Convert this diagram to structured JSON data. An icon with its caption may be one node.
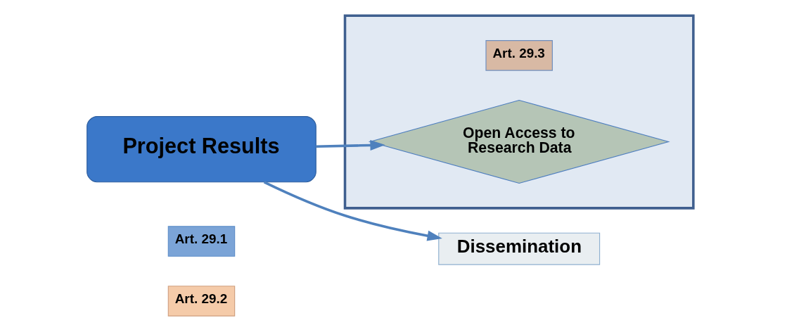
{
  "diagram": {
    "nodes": [
      {
        "text": [
          "Project Results"
        ]
      },
      {
        "text": [],
        "shape": "box"
      },
      {
        "text": [
          "Art. 29.3"
        ],
        "in": 1
      },
      {
        "text": [
          "Open Access to Research Data"
        ],
        "in": 1
      },
      {
        "text": [
          "Art. 29.1"
        ]
      },
      {
        "text": [
          "Art. 29.2"
        ]
      },
      {
        "text": [
          "Dissemination"
        ]
      }
    ],
    "edges": [
      {
        "from": 0,
        "to": 3,
        "arrow": "to"
      },
      {
        "from": 0,
        "to": 6,
        "arrow": "to"
      }
    ]
  }
}
